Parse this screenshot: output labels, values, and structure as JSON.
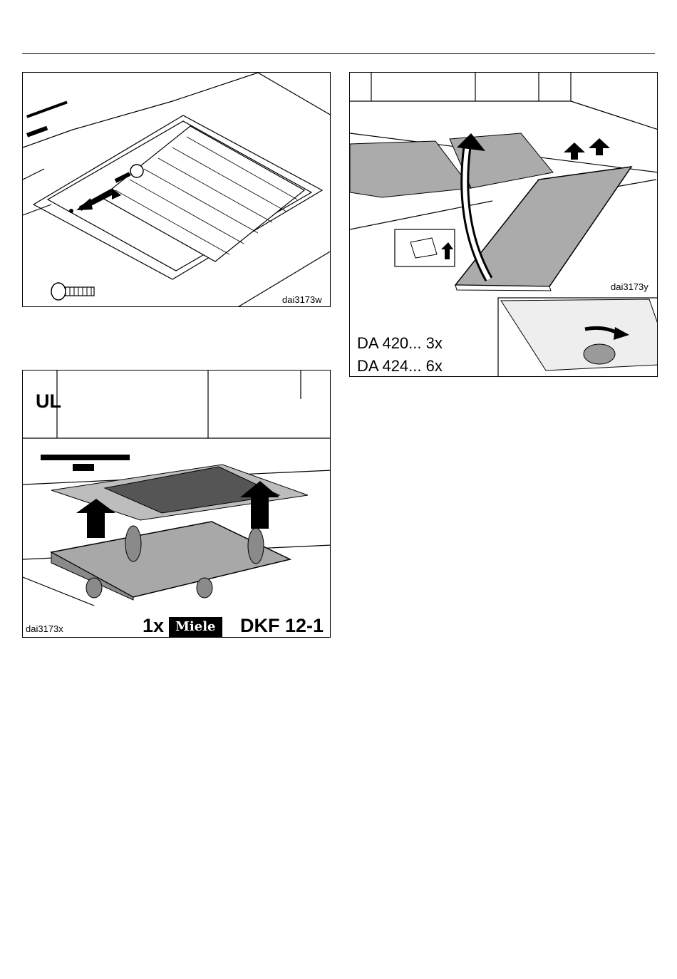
{
  "figures": {
    "fig_w": {
      "code": "dai3173w"
    },
    "fig_y": {
      "code": "dai3173y",
      "models": [
        "DA 420... 3x",
        "DA 424... 6x"
      ]
    },
    "fig_x": {
      "code": "dai3173x",
      "region": "UL",
      "count": "1x",
      "brand": "Miele",
      "model": "DKF 12-1"
    }
  }
}
